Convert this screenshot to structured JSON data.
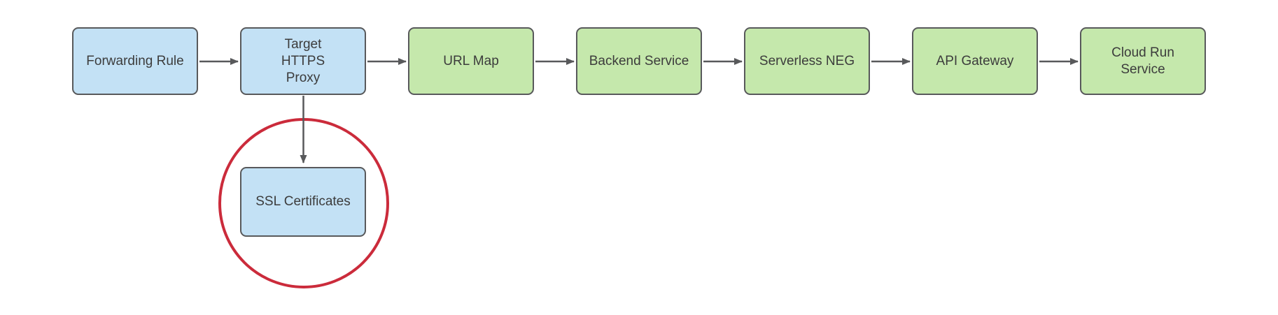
{
  "colors": {
    "node_border": "#58595b",
    "arrow": "#58595b",
    "blue_fill": "#c3e1f5",
    "green_fill": "#c5e8ac",
    "highlight_circle": "#cb2b3b",
    "text": "#3c3c3c",
    "background": "#ffffff"
  },
  "diagram": {
    "nodes": [
      {
        "id": "forwarding-rule",
        "label": "Forwarding Rule",
        "fill": "#c3e1f5"
      },
      {
        "id": "target-https-proxy",
        "label": "Target HTTPS Proxy",
        "fill": "#c3e1f5"
      },
      {
        "id": "url-map",
        "label": "URL Map",
        "fill": "#c5e8ac"
      },
      {
        "id": "backend-service",
        "label": "Backend Service",
        "fill": "#c5e8ac"
      },
      {
        "id": "serverless-neg",
        "label": "Serverless NEG",
        "fill": "#c5e8ac"
      },
      {
        "id": "api-gateway",
        "label": "API Gateway",
        "fill": "#c5e8ac"
      },
      {
        "id": "cloud-run-service",
        "label": "Cloud Run Service",
        "fill": "#c5e8ac"
      },
      {
        "id": "ssl-certificates",
        "label": "SSL Certificates",
        "fill": "#c3e1f5"
      }
    ],
    "edges": [
      {
        "from": "forwarding-rule",
        "to": "target-https-proxy"
      },
      {
        "from": "target-https-proxy",
        "to": "url-map"
      },
      {
        "from": "url-map",
        "to": "backend-service"
      },
      {
        "from": "backend-service",
        "to": "serverless-neg"
      },
      {
        "from": "serverless-neg",
        "to": "api-gateway"
      },
      {
        "from": "api-gateway",
        "to": "cloud-run-service"
      },
      {
        "from": "target-https-proxy",
        "to": "ssl-certificates"
      }
    ],
    "highlight": {
      "type": "circle",
      "around": "ssl-certificates",
      "color": "#cb2b3b"
    }
  }
}
